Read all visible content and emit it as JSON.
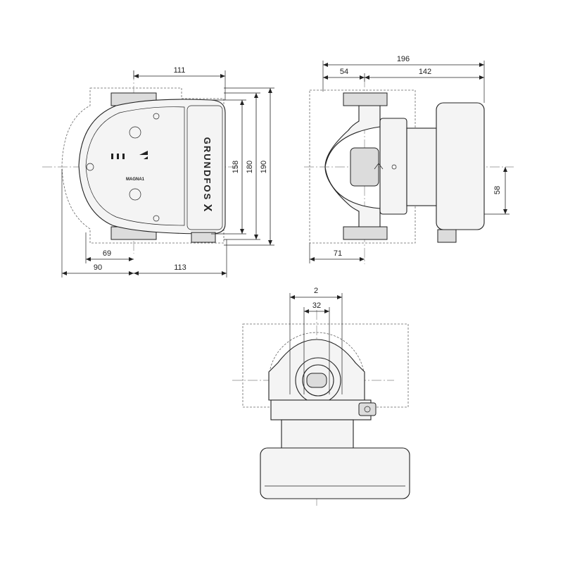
{
  "drawing": {
    "front_view": {
      "brand_text": "GRUNDFOS",
      "brand_logo": "X",
      "model_text": "MAGNA1",
      "dimensions": {
        "top_width": "111",
        "height_inner": "158",
        "height_mid": "180",
        "height_total": "190",
        "left_offset": "69",
        "left_total": "90",
        "right_total": "113"
      }
    },
    "side_view": {
      "dimensions": {
        "total_length": "196",
        "left_part": "54",
        "right_part": "142",
        "vertical_offset": "58",
        "bottom_offset": "71"
      }
    },
    "top_view": {
      "dimensions": {
        "outer": "2",
        "inner": "32"
      }
    }
  }
}
